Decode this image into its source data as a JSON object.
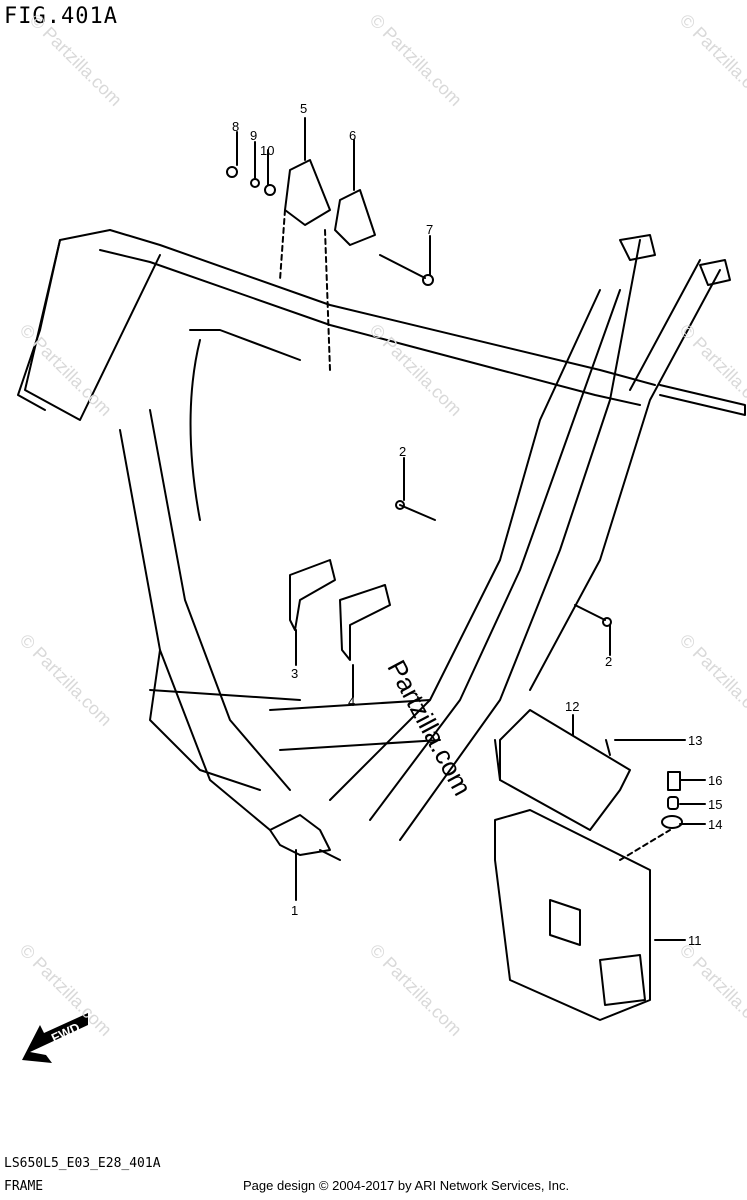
{
  "figure_title": "FIG.401A",
  "callouts": [
    {
      "id": "1",
      "label": "1"
    },
    {
      "id": "2a",
      "label": "2"
    },
    {
      "id": "2b",
      "label": "2"
    },
    {
      "id": "3",
      "label": "3"
    },
    {
      "id": "4",
      "label": "4"
    },
    {
      "id": "5",
      "label": "5"
    },
    {
      "id": "6",
      "label": "6"
    },
    {
      "id": "7",
      "label": "7"
    },
    {
      "id": "8",
      "label": "8"
    },
    {
      "id": "9",
      "label": "9"
    },
    {
      "id": "10",
      "label": "10"
    },
    {
      "id": "11",
      "label": "11"
    },
    {
      "id": "12",
      "label": "12"
    },
    {
      "id": "13",
      "label": "13"
    },
    {
      "id": "14",
      "label": "14"
    },
    {
      "id": "15",
      "label": "15"
    },
    {
      "id": "16",
      "label": "16"
    }
  ],
  "fwd_label": "FWD",
  "watermark_text": "© Partzilla.com",
  "center_watermark": "Partzilla.com",
  "footer": {
    "code": "LS650L5_E03_E28_401A",
    "section": "FRAME",
    "credit": "Page design © 2004-2017 by ARI Network Services, Inc."
  }
}
